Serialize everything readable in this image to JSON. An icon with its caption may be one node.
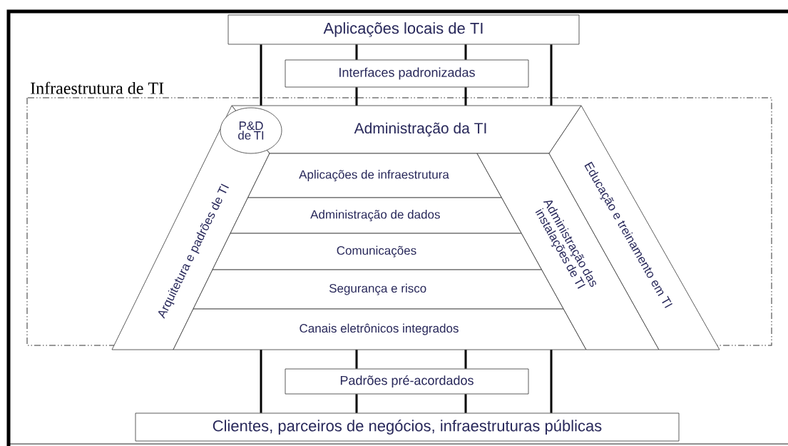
{
  "diagram": {
    "nodes": [
      {
        "text": [
          "Aplicações locais de TI"
        ]
      },
      {
        "text": [
          "Interfaces padronizadas"
        ]
      },
      {
        "text": [
          "Infraestrutura de TI"
        ]
      },
      {
        "text": [
          "P&D de TI"
        ],
        "in": 2
      },
      {
        "text": [
          "Administração da TI"
        ],
        "in": 2
      },
      {
        "text": [
          "Arquitetura e padrões de TI"
        ],
        "in": 2
      },
      {
        "text": [
          "Aplicações de infraestrutura"
        ],
        "in": 2
      },
      {
        "text": [
          "Administração de dados"
        ],
        "in": 2
      },
      {
        "text": [
          "Comunicações"
        ],
        "in": 2
      },
      {
        "text": [
          "Segurança e risco"
        ],
        "in": 2
      },
      {
        "text": [
          "Canais eletrônicos integrados"
        ]
      },
      {
        "text": [
          "Administração das instalações de TI"
        ],
        "in": 2
      },
      {
        "text": [
          "Educação e treinamento em TI"
        ],
        "in": 2
      },
      {
        "text": [
          "Padrões pré-acordados"
        ]
      },
      {
        "text": [
          "Clientes, parceiros de negócios, infraestruturas públicas"
        ]
      }
    ],
    "edges": [
      {
        "from": 0,
        "to": 4,
        "arrow": "none"
      },
      {
        "from": 0,
        "to": 1,
        "arrow": "none"
      },
      {
        "from": 1,
        "to": 4,
        "arrow": "none"
      },
      {
        "from": 0,
        "to": 1,
        "arrow": "none"
      },
      {
        "from": 1,
        "to": 4,
        "arrow": "none"
      },
      {
        "from": 0,
        "to": 4,
        "arrow": "none"
      },
      {
        "from": 10,
        "to": 14,
        "arrow": "none"
      },
      {
        "from": 10,
        "to": 13,
        "arrow": "none"
      },
      {
        "from": 13,
        "to": 14,
        "arrow": "none"
      },
      {
        "from": 10,
        "to": 13,
        "arrow": "none"
      },
      {
        "from": 13,
        "to": 14,
        "arrow": "none"
      },
      {
        "from": 10,
        "to": 14,
        "arrow": "none"
      }
    ]
  }
}
